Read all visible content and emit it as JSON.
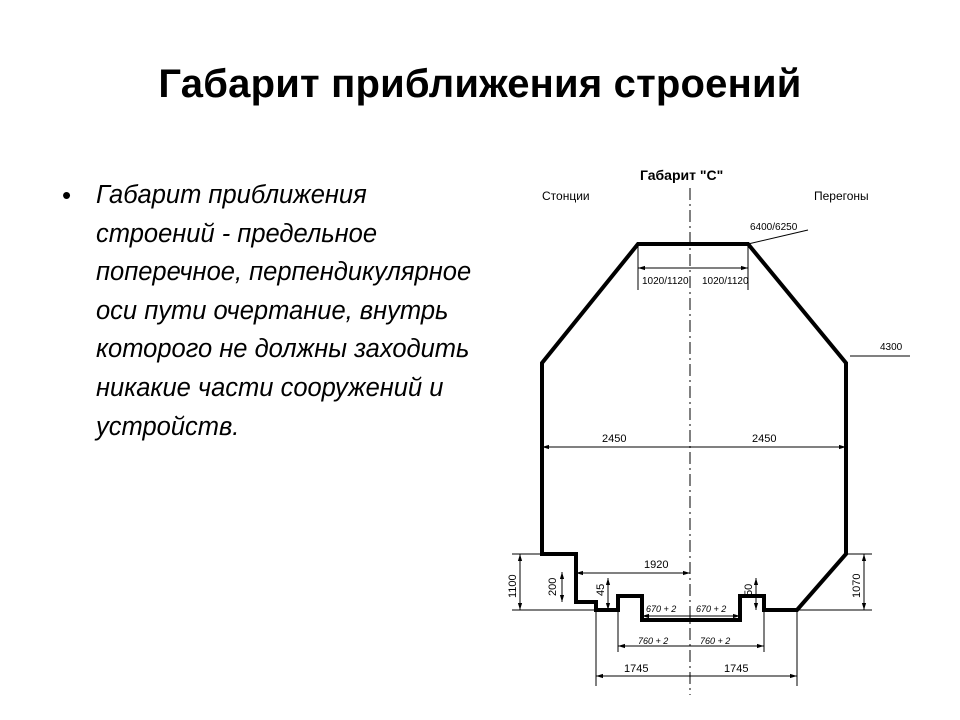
{
  "slide": {
    "title": "Габарит приближения строений",
    "bullet_text": "Габарит приближения строений - предельное поперечное, перпендикулярное оси пути очертание, внутрь которого не должны заходить никакие части сооружений и устройств."
  },
  "diagram": {
    "title": "Габарит \"С\"",
    "left_label": "Стонции",
    "right_label": "Перегоны",
    "dims": {
      "top_height": "6400/6250",
      "top_left": "1020/1120",
      "top_right": "1020/1120",
      "shoulder_height": "4300",
      "half_width_left": "2450",
      "half_width_right": "2450",
      "platform_half": "1920",
      "bottom_left_height": "1100",
      "step_height": "200",
      "gap_left": "45",
      "gap_right": "50",
      "bottom_right_height": "1070",
      "rail_left": "670 + 2",
      "rail_right": "670 + 2",
      "rail_outer_left": "760 + 2",
      "rail_outer_right": "760 + 2",
      "base_left": "1745",
      "base_right": "1745"
    }
  }
}
